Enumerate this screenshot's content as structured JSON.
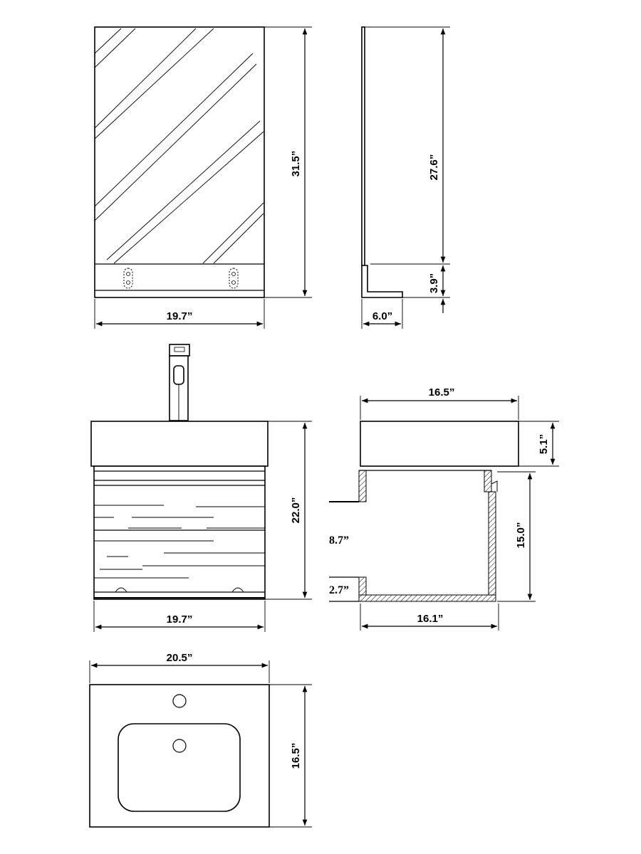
{
  "mirror": {
    "width_label": "19.7”",
    "height_label": "31.5”"
  },
  "mirror_side": {
    "height_label": "27.6”",
    "shelf_height_label": "3.9”",
    "depth_label": "6.0”"
  },
  "cabinet_front": {
    "width_label": "19.7”",
    "height_label": "22.0”"
  },
  "cabinet_side": {
    "top_depth_label": "16.5”",
    "top_height_label": "5.1”",
    "body_height_label": "15.0”",
    "pipe_height_label": "8.7”",
    "bottom_offset_label": "2.7”",
    "body_depth_label": "16.1”"
  },
  "sink_top": {
    "width_label": "20.5”",
    "depth_label": "16.5”"
  }
}
